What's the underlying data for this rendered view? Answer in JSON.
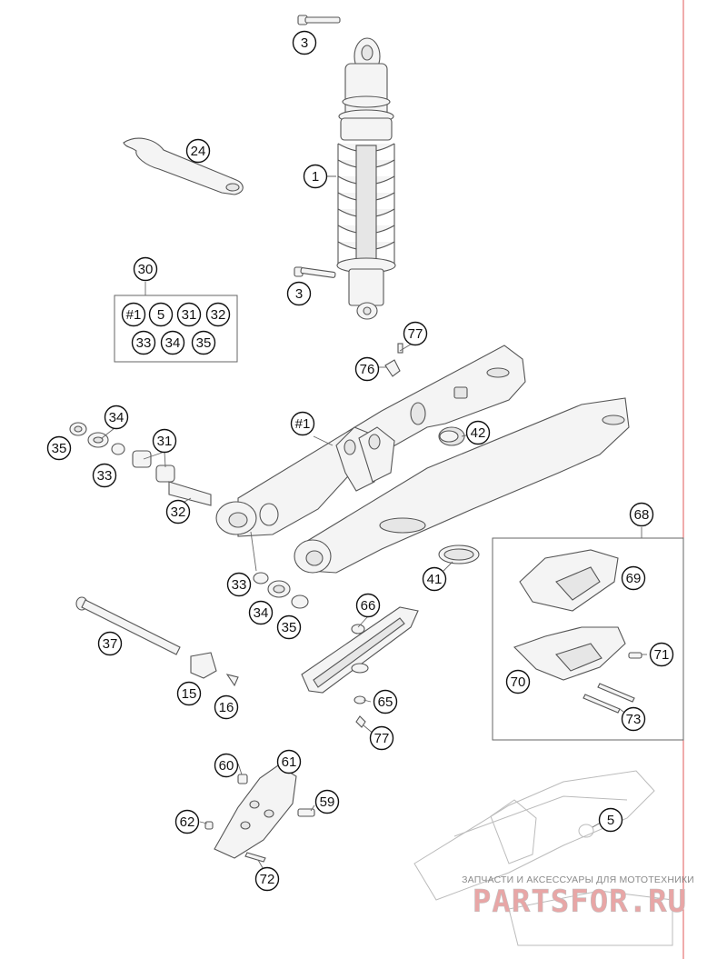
{
  "callouts": [
    {
      "label": "3"
    },
    {
      "label": "24"
    },
    {
      "label": "1"
    },
    {
      "label": "30"
    },
    {
      "label": "3"
    },
    {
      "label": "#1"
    },
    {
      "label": "5"
    },
    {
      "label": "31"
    },
    {
      "label": "32"
    },
    {
      "label": "33"
    },
    {
      "label": "34"
    },
    {
      "label": "35"
    },
    {
      "label": "77"
    },
    {
      "label": "76"
    },
    {
      "label": "34"
    },
    {
      "label": "#1"
    },
    {
      "label": "42"
    },
    {
      "label": "35"
    },
    {
      "label": "31"
    },
    {
      "label": "33"
    },
    {
      "label": "32"
    },
    {
      "label": "68"
    },
    {
      "label": "41"
    },
    {
      "label": "69"
    },
    {
      "label": "33"
    },
    {
      "label": "66"
    },
    {
      "label": "34"
    },
    {
      "label": "35"
    },
    {
      "label": "37"
    },
    {
      "label": "71"
    },
    {
      "label": "70"
    },
    {
      "label": "15"
    },
    {
      "label": "16"
    },
    {
      "label": "65"
    },
    {
      "label": "73"
    },
    {
      "label": "77"
    },
    {
      "label": "60"
    },
    {
      "label": "61"
    },
    {
      "label": "59"
    },
    {
      "label": "5"
    },
    {
      "label": "62"
    },
    {
      "label": "72"
    }
  ],
  "watermark": {
    "tagline": "ЗАПЧАСТИ И АКСЕССУАРЫ ДЛЯ МОТОТЕХНИКИ",
    "logo": "PARTSFOR.RU"
  },
  "colors": {
    "margin_line": "#e05a5a",
    "logo": "#e8a6a6"
  }
}
